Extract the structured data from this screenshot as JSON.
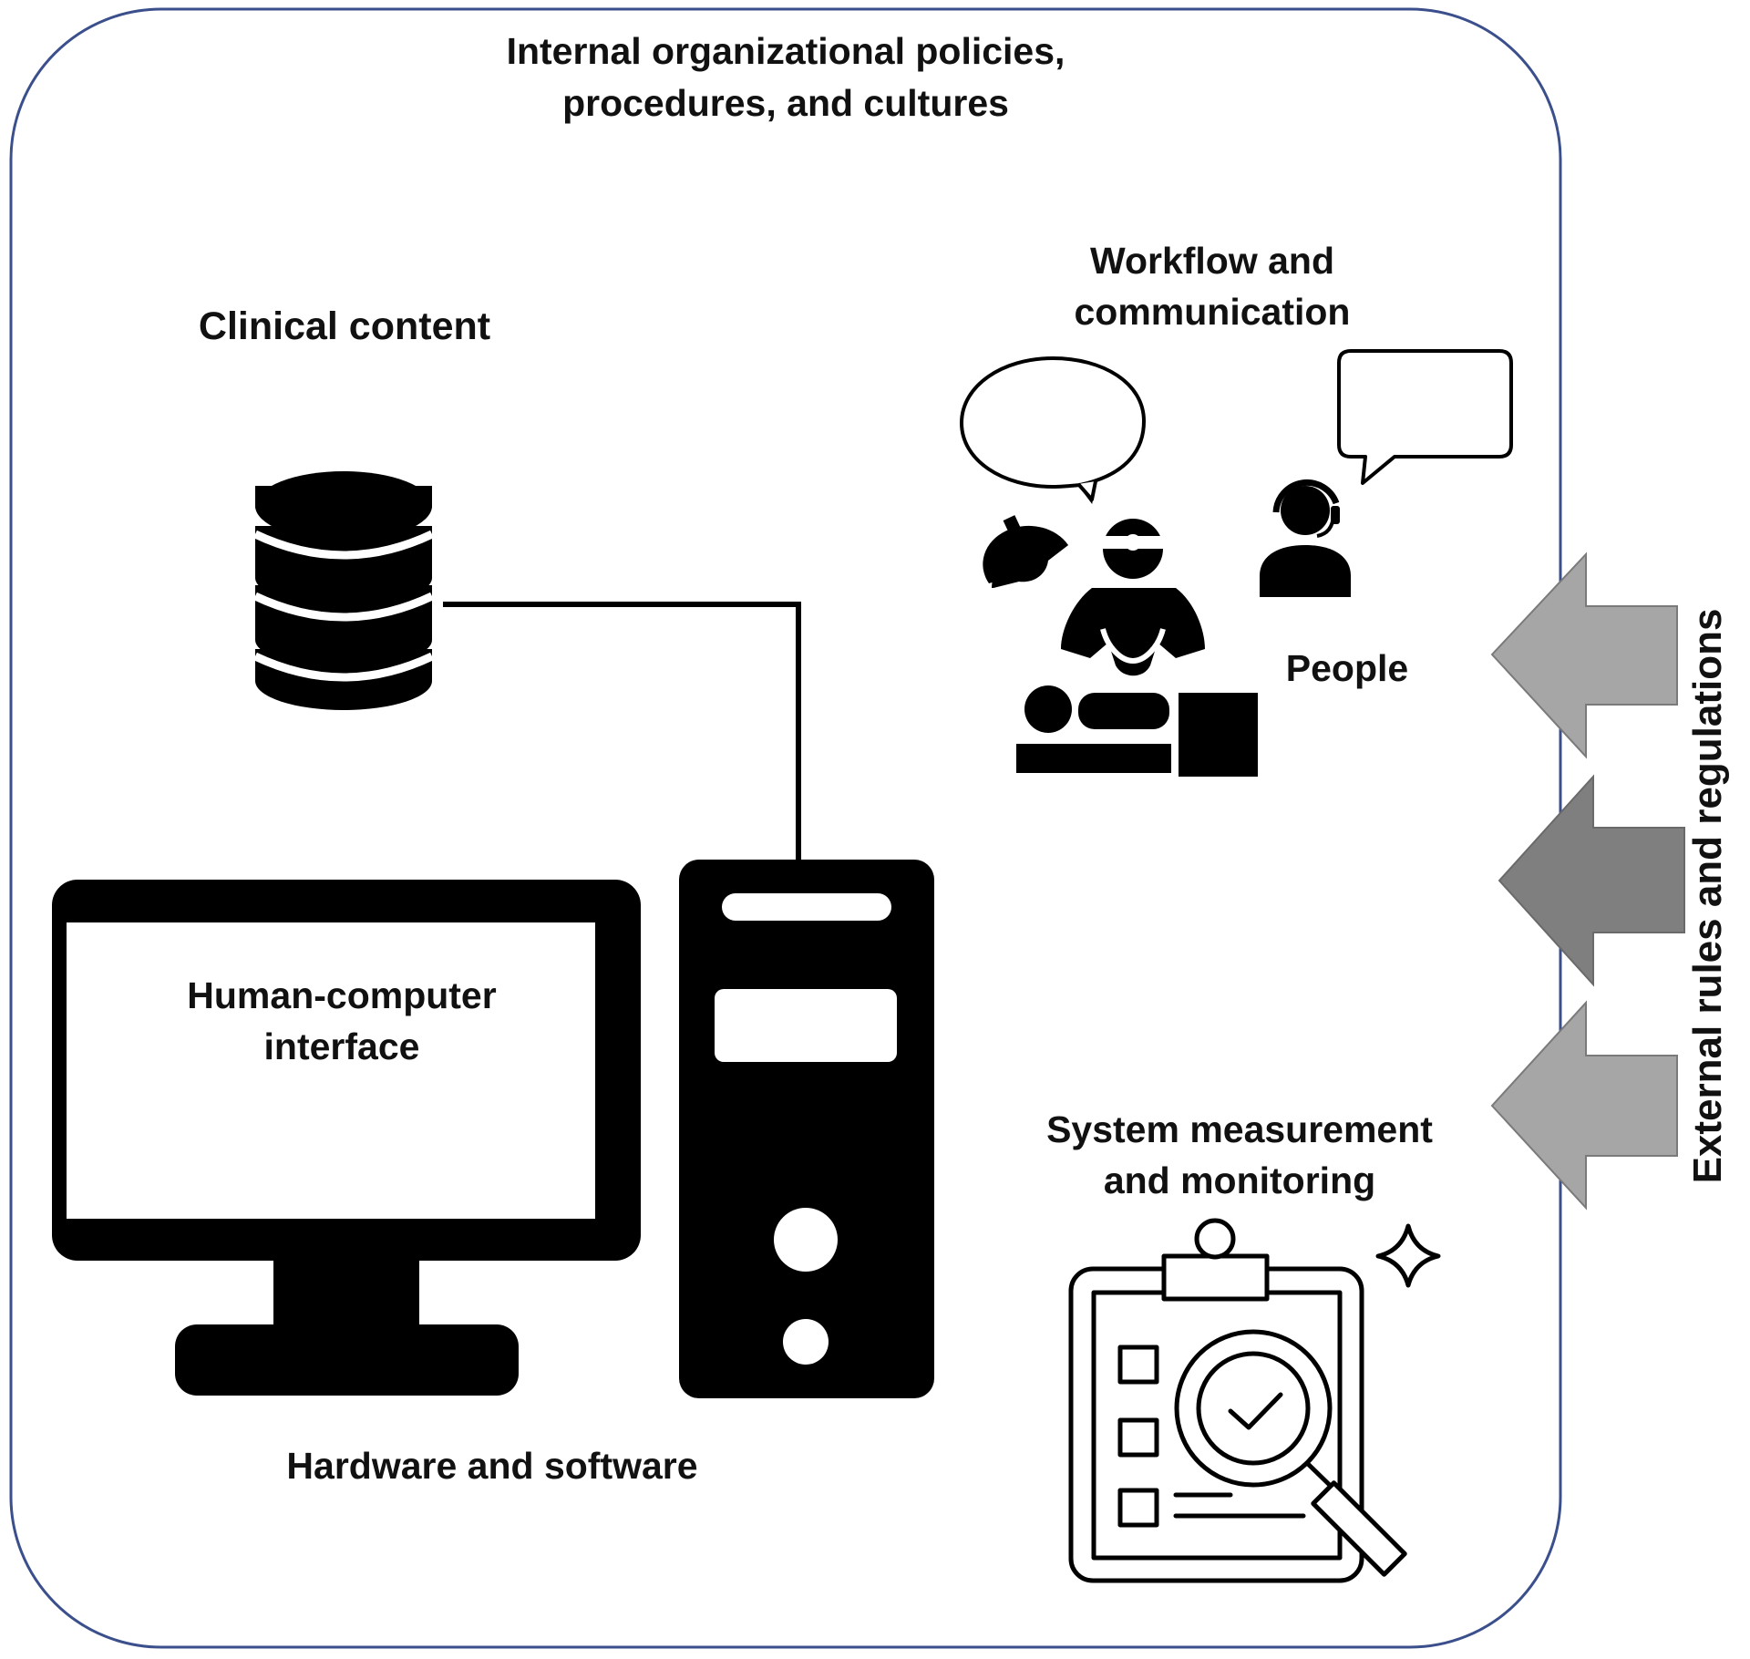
{
  "diagram": {
    "internal_label_line1": "Internal organizational policies,",
    "internal_label_line2": "procedures, and cultures",
    "clinical_content": "Clinical content",
    "workflow_line1": "Workflow and",
    "workflow_line2": "communication",
    "people": "People",
    "hci_line1": "Human-computer",
    "hci_line2": "interface",
    "hardware_software": "Hardware and software",
    "system_line1": "System measurement",
    "system_line2": "and monitoring",
    "external": "External rules and regulations"
  },
  "colors": {
    "frame_border": "#3a4f8c",
    "arrow_light": "#a6a6a6",
    "arrow_dark": "#7f7f7f",
    "icon": "#000000"
  },
  "icons": [
    "database-icon",
    "monitor-icon",
    "computer-tower-icon",
    "speech-bubble-icon",
    "surgeon-icon",
    "operator-headset-icon",
    "clipboard-magnifier-icon",
    "sparkle-icon"
  ]
}
